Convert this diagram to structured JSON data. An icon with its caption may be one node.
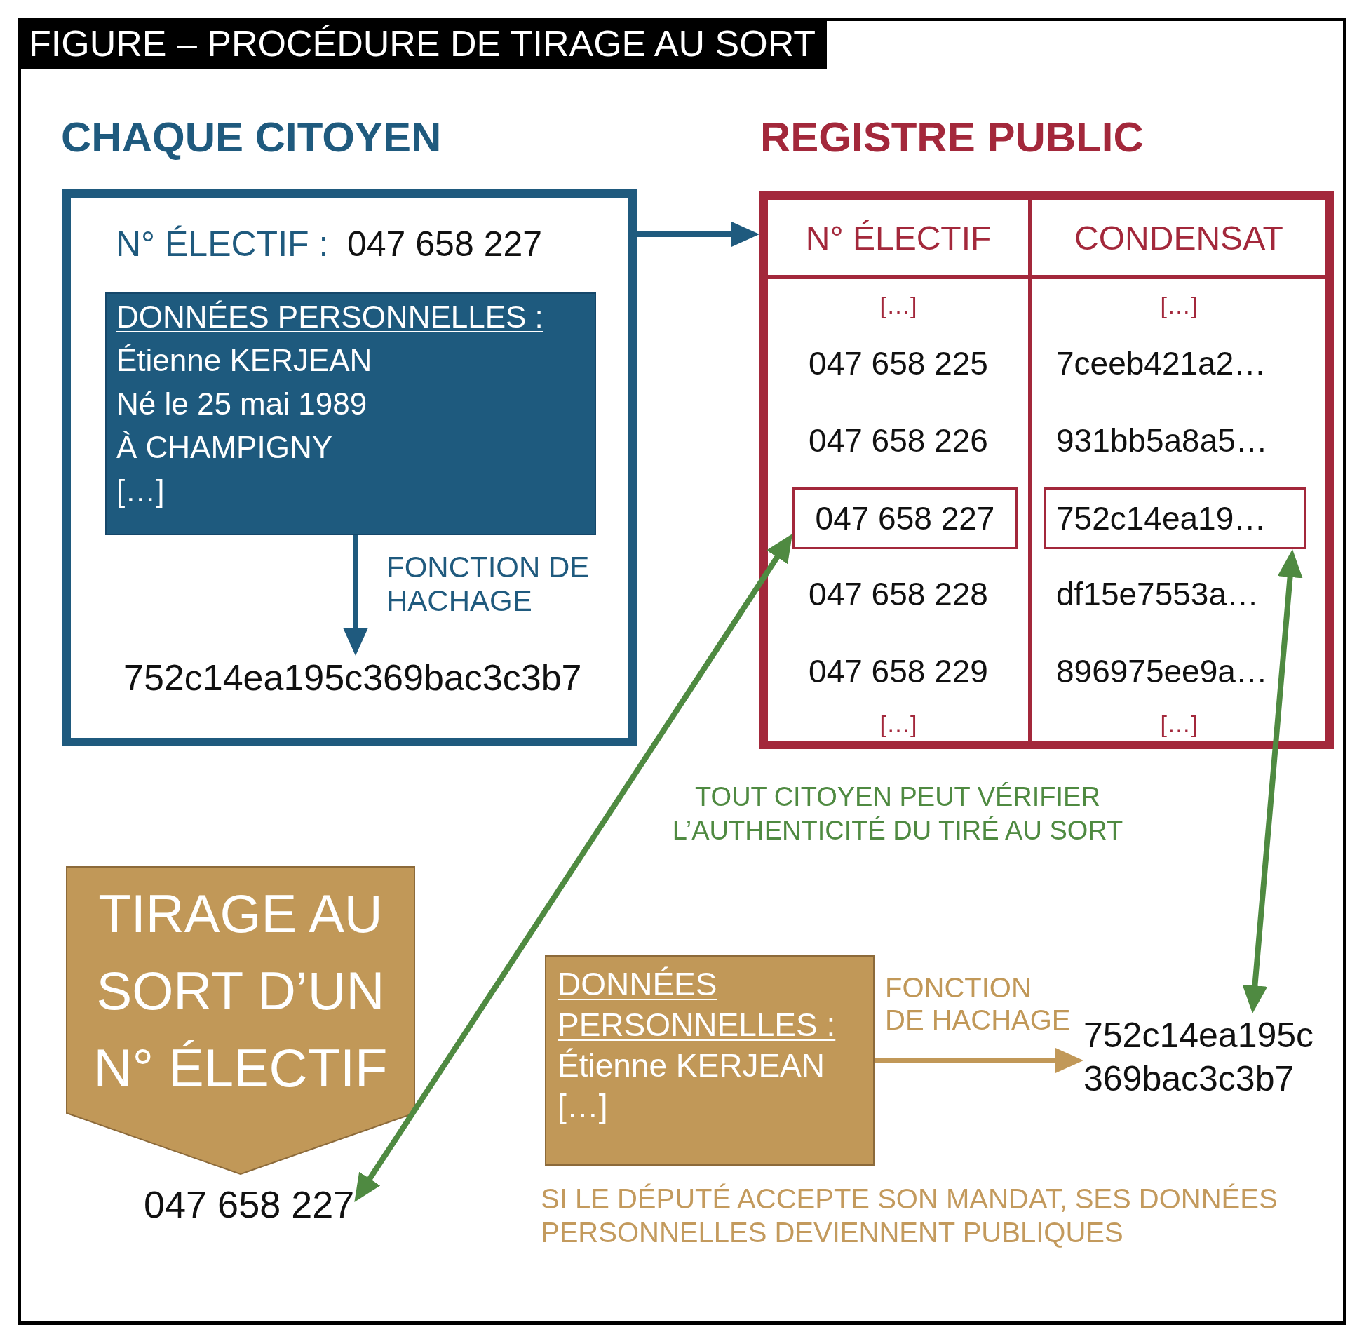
{
  "diagram": {
    "title": "FIGURE – PROCÉDURE DE TIRAGE AU SORT",
    "nodes": [
      {
        "text": [
          "CHAQUE CITOYEN",
          "N° ÉLECTIF :",
          "047 658 227"
        ]
      },
      {
        "text": [
          "DONNÉES PERSONNELLES :",
          "Étienne KERJEAN",
          "Né le 25 mai 1989",
          "À CHAMPIGNY",
          "[…]"
        ],
        "in": 0
      },
      {
        "text": [
          "752c14ea195c369bac3c3b7"
        ],
        "in": 0
      },
      {
        "text": [
          "REGISTRE PUBLIC"
        ]
      },
      {
        "text": [
          "047 658 227"
        ],
        "in": 3
      },
      {
        "text": [
          "752c14ea19…"
        ],
        "in": 3
      },
      {
        "text": [
          "TIRAGE AU SORT D’UN N° ÉLECTIF"
        ]
      },
      {
        "text": [
          "047 658 227"
        ]
      },
      {
        "text": [
          "DONNÉES PERSONNELLES :",
          "Étienne KERJEAN",
          "[…]"
        ],
        "beside": [
          "SI LE DÉPUTÉ ACCEPTE SON MANDAT, SES DONNÉES PERSONNELLES DEVIENNENT PUBLIQUES"
        ]
      },
      {
        "text": [
          "752c14ea195c 369bac3c3b7"
        ]
      }
    ],
    "edges": [
      {
        "from": 0,
        "to": 3,
        "arrow": "to",
        "color": "#1f5a7e"
      },
      {
        "from": 1,
        "to": 2,
        "arrow": "to",
        "label": "FONCTION DE HACHAGE",
        "color": "#1f5a7e"
      },
      {
        "from": 4,
        "to": 7,
        "arrow": "both",
        "color": "#4f8a41"
      },
      {
        "from": 5,
        "to": 9,
        "arrow": "both",
        "color": "#4f8a41"
      },
      {
        "from": 8,
        "to": 9,
        "arrow": "to",
        "label": "FONCTION DE HACHAGE",
        "color": "#c19858"
      }
    ],
    "labels": [
      "N° ÉLECTIF",
      "CONDENSAT",
      "[…]",
      "[…]",
      "047 658 225",
      "7ceeb421a2…",
      "047 658 226",
      "931bb5a8a5…",
      "047 658 228",
      "df15e7553a…",
      "047 658 229",
      "896975ee9a…",
      "[…]",
      "[…]",
      "TOUT CITOYEN PEUT VÉRIFIER L’AUTHENTICITÉ DU TIRÉ AU SORT"
    ]
  }
}
